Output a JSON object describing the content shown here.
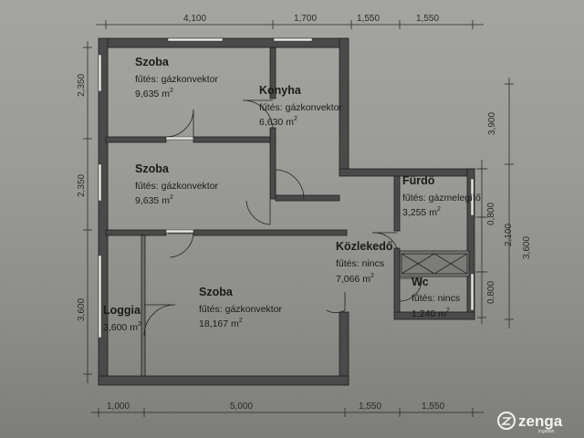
{
  "dimensions": {
    "top": [
      "4,100",
      "1,700",
      "1,550",
      "1,550"
    ],
    "bottom": [
      "1,000",
      "5,000",
      "1,550",
      "1,550"
    ],
    "left": [
      "2,350",
      "2,350",
      "3,600"
    ],
    "right_outer": [
      "3,900",
      "3,600"
    ],
    "right_inner": [
      "0,800",
      "2,100",
      "0,800"
    ]
  },
  "rooms": {
    "szoba1": {
      "name": "Szoba",
      "heating": "fűtés: gázkonvektor",
      "area": "9,635 m",
      "sup": "2"
    },
    "konyha": {
      "name": "Konyha",
      "heating": "fűtés: gázkonvektor",
      "area": "6,630 m",
      "sup": "2"
    },
    "szoba2": {
      "name": "Szoba",
      "heating": "fűtés: gázkonvektor",
      "area": "9,635 m",
      "sup": "2"
    },
    "furdo": {
      "name": "Fürdő",
      "heating": "fűtés: gázmelegítő",
      "area": "3,255 m",
      "sup": "2"
    },
    "kozlekedo": {
      "name": "Közlekedő",
      "heating": "fűtés: nincs",
      "area": "7,066 m",
      "sup": "2"
    },
    "wc": {
      "name": "Wc",
      "heating": "fűtés: nincs",
      "area": "1,240 m",
      "sup": "2"
    },
    "loggia": {
      "name": "Loggia",
      "area": "3,600 m",
      "sup": "2"
    },
    "szoba3": {
      "name": "Szoba",
      "heating": "fűtés: gázkonvektor",
      "area": "18,167 m",
      "sup": "2"
    }
  },
  "watermark": {
    "brand": "zenga",
    "tagline": "ingatlan"
  },
  "colors": {
    "wall": "#4a4a4a",
    "line": "#2b2b2b",
    "paper": "#a4a5a0"
  }
}
